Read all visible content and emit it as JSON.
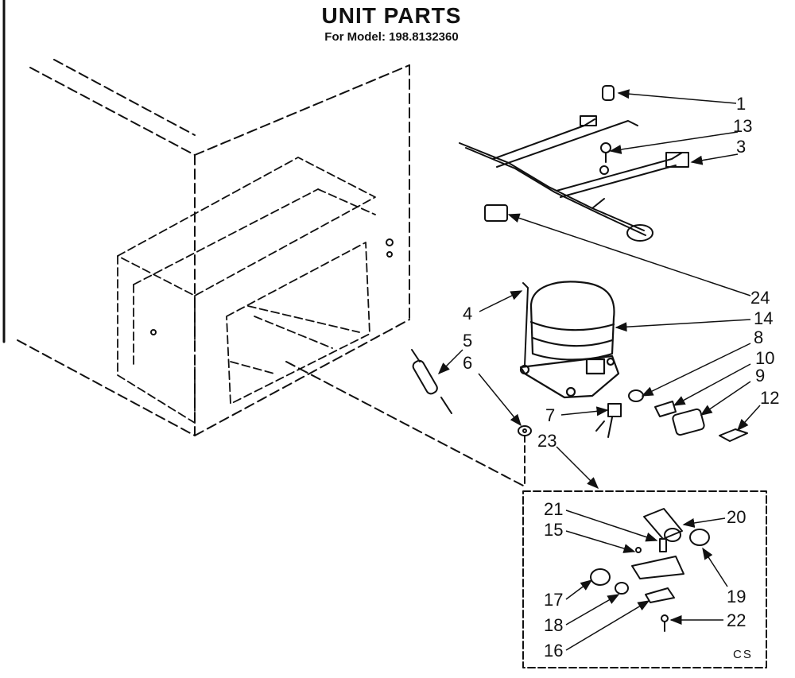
{
  "header": {
    "title": "UNIT PARTS",
    "subtitle": "For Model: 198.8132360"
  },
  "callouts": {
    "c1": "1",
    "c3": "3",
    "c4": "4",
    "c5": "5",
    "c6": "6",
    "c7": "7",
    "c8": "8",
    "c9": "9",
    "c10": "10",
    "c12": "12",
    "c13": "13",
    "c14": "14",
    "c15": "15",
    "c16": "16",
    "c17": "17",
    "c18": "18",
    "c19": "19",
    "c20": "20",
    "c21": "21",
    "c22": "22",
    "c23": "23",
    "c24": "24"
  },
  "corner_mark": "CS"
}
